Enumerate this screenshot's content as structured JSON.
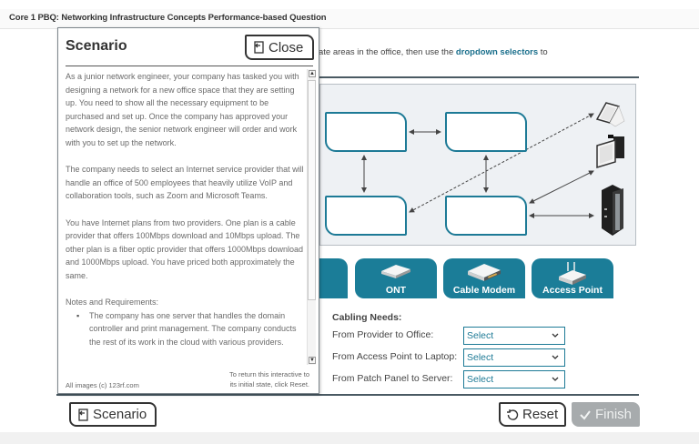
{
  "window": {
    "title": "Core 1 PBQ: Networking Infrastructure Concepts Performance-based Question"
  },
  "instructions": {
    "visible_text_prefix": "ate areas in the office, then use the ",
    "highlight": "dropdown selectors",
    "suffix": " to"
  },
  "scenario_panel": {
    "title": "Scenario",
    "close_label": "Close",
    "paragraphs": [
      "As a junior network engineer, your company has tasked you with designing a network for a new office space that they are setting up. You need to show all the necessary equipment to be purchased and set up. Once the company has approved your network design, the senior network engineer will order and work with you to set up the network.",
      "The company needs to select an Internet service provider that will handle an office of 500 employees that heavily utilize VoIP and collaboration tools, such as Zoom and Microsoft Teams.",
      "You have Internet plans from two providers. One plan is a cable provider that offers 100Mbps download and 10Mbps upload. The other plan is a fiber optic provider that offers 1000Mbps download and 1000Mbps upload. You have priced both approximately the same."
    ],
    "notes_heading": "Notes and Requirements:",
    "notes": [
      "The company has one server that handles the domain controller and print management. The company conducts the rest of its work in the cloud with various providers."
    ],
    "credit": "All images (c) 123rf.com",
    "reset_note_line1": "To return this interactive to",
    "reset_note_line2": "its initial state, click Reset."
  },
  "diagram": {
    "drop_slots": 4,
    "devices": [
      "laptop",
      "desktop-pc",
      "server-rack"
    ]
  },
  "equipment_tiles": [
    {
      "id": "hidden",
      "label": ""
    },
    {
      "id": "ont",
      "label": "ONT"
    },
    {
      "id": "cable-modem",
      "label": "Cable Modem"
    },
    {
      "id": "access-point",
      "label": "Access Point"
    }
  ],
  "cabling": {
    "title": "Cabling Needs:",
    "rows": [
      {
        "label": "From Provider to Office:",
        "value": "Select"
      },
      {
        "label": "From Access Point to Laptop:",
        "value": "Select"
      },
      {
        "label": "From Patch Panel to Server:",
        "value": "Select"
      }
    ]
  },
  "buttons": {
    "scenario": "Scenario",
    "reset": "Reset",
    "finish": "Finish"
  },
  "colors": {
    "accent": "#1b7d98",
    "slot_border": "#1d7a96",
    "finish_disabled": "#a7abad"
  }
}
